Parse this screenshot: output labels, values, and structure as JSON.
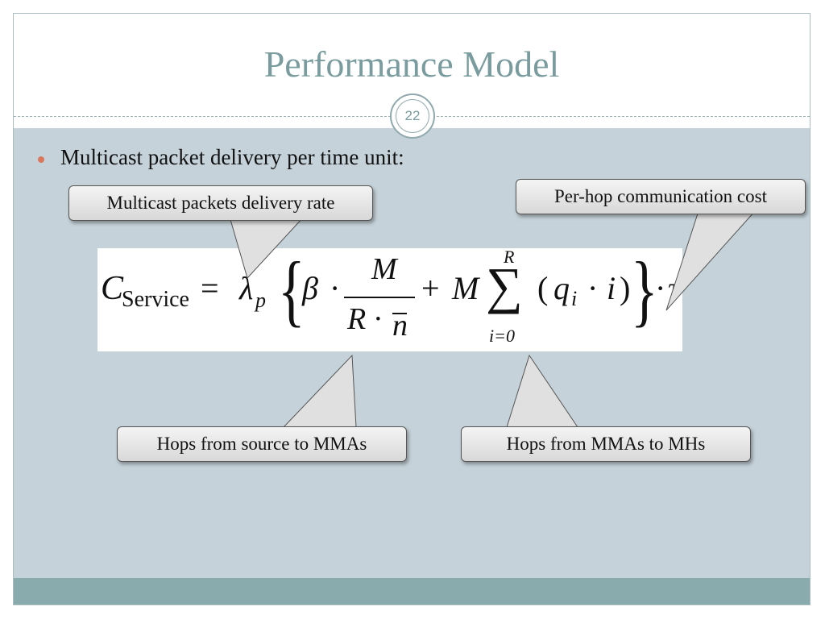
{
  "slide": {
    "title": "Performance Model",
    "page_number": "22",
    "bullet": "Multicast packet delivery per time unit:"
  },
  "callouts": {
    "delivery_rate": "Multicast packets delivery rate",
    "per_hop_cost": "Per-hop communication cost",
    "hops_source_to_mma": "Hops from source to MMAs",
    "hops_mma_to_mh": "Hops from MMAs to MHs"
  },
  "formula": {
    "c": "C",
    "service": "Service",
    "equals": "=",
    "lambda": "λ",
    "p": "p",
    "lbrace": "{",
    "beta": "β",
    "dot1": "·",
    "m_num": "M",
    "r": "R",
    "dot2": "·",
    "n": "n",
    "plus": "+",
    "m2": "M",
    "sigma": "∑",
    "sum_upper": "R",
    "sum_lower": "i=0",
    "lparen": "(",
    "q": "q",
    "qi": "i",
    "dot3": "·",
    "i": "i",
    "rparen": ")",
    "rbrace": "}",
    "dot4": "·",
    "tau": "τ"
  },
  "colors": {
    "title": "#7a9c9f",
    "content_bg": "#c5d2d9",
    "footer": "#8aabad",
    "bullet": "#d9775d"
  }
}
